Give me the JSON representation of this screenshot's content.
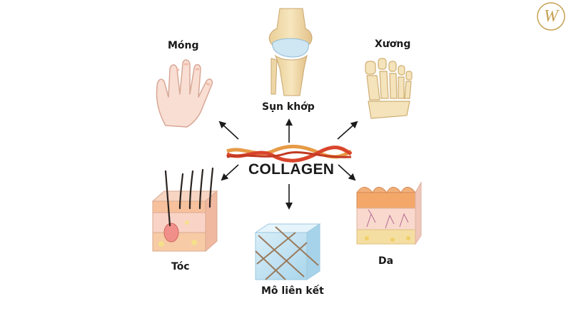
{
  "center": {
    "label": "COLLAGEN"
  },
  "items": [
    {
      "id": "nail",
      "label": "Móng"
    },
    {
      "id": "cartilage",
      "label": "Sụn khớp"
    },
    {
      "id": "bone",
      "label": "Xương"
    },
    {
      "id": "hair",
      "label": "Tóc"
    },
    {
      "id": "connective-tissue",
      "label": "Mô liên kết"
    },
    {
      "id": "skin",
      "label": "Da"
    }
  ],
  "brand": {
    "logo_letter": "W"
  },
  "colors": {
    "fiber_red": "#d9452b",
    "fiber_orange": "#e79a45",
    "skin_pink": "#f6c8b4",
    "bone": "#f2ddb0",
    "cartilage": "#cfe6f3",
    "logo_gold": "#c7a155"
  }
}
